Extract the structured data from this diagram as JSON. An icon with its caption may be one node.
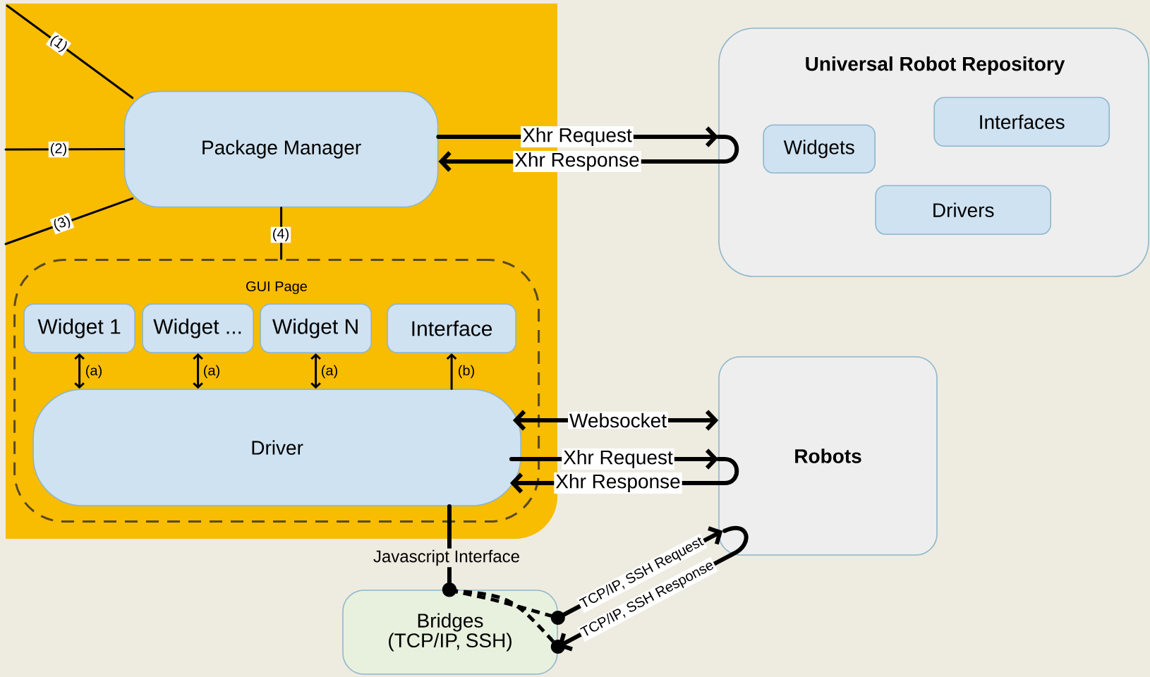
{
  "diagram": {
    "nodes": [
      {
        "text": [],
        "shape": "box"
      },
      {
        "text": [
          "Package Manager"
        ],
        "in": 0
      },
      {
        "text": [
          "GUI Page"
        ],
        "in": 0
      },
      {
        "text": [
          "Widget 1"
        ],
        "in": 2
      },
      {
        "text": [
          "Widget ..."
        ],
        "in": 2
      },
      {
        "text": [
          "Widget N"
        ],
        "in": 2
      },
      {
        "text": [
          "Interface"
        ],
        "in": 2
      },
      {
        "text": [
          "Driver"
        ],
        "in": 2
      },
      {
        "text": [
          "Universal Robot Repository"
        ]
      },
      {
        "text": [
          "Widgets"
        ],
        "in": 8
      },
      {
        "text": [
          "Interfaces"
        ],
        "in": 8
      },
      {
        "text": [
          "Drivers"
        ],
        "in": 8
      },
      {
        "text": [
          "Robots"
        ]
      },
      {
        "text": [
          "Bridges (TCP/IP, SSH)"
        ]
      }
    ],
    "edges": [
      {
        "from": null,
        "to": 1,
        "arrow": "none",
        "label": "(1)"
      },
      {
        "from": null,
        "to": 1,
        "arrow": "none",
        "label": "(2)"
      },
      {
        "from": null,
        "to": 1,
        "arrow": "none",
        "label": "(3)"
      },
      {
        "from": 1,
        "to": 2,
        "arrow": "none",
        "label": "(4)"
      },
      {
        "from": 3,
        "to": 7,
        "arrow": "both",
        "label": "(a)"
      },
      {
        "from": 4,
        "to": 7,
        "arrow": "both",
        "label": "(a)"
      },
      {
        "from": 5,
        "to": 7,
        "arrow": "both",
        "label": "(a)"
      },
      {
        "from": 7,
        "to": 6,
        "arrow": "to",
        "label": "(b)"
      },
      {
        "from": 1,
        "to": 8,
        "arrow": "to",
        "label": "Xhr Request",
        "style": "thick"
      },
      {
        "from": 8,
        "to": 1,
        "arrow": "to",
        "label": "Xhr Response",
        "style": "thick"
      },
      {
        "from": 7,
        "to": 12,
        "arrow": "both",
        "label": "Websocket",
        "style": "thick"
      },
      {
        "from": 7,
        "to": 12,
        "arrow": "to",
        "label": "Xhr Request",
        "style": "thick"
      },
      {
        "from": 12,
        "to": 7,
        "arrow": "to",
        "label": "Xhr Response",
        "style": "thick"
      },
      {
        "from": 7,
        "to": 13,
        "arrow": "other",
        "label": "Javascript Interface",
        "style": "thick"
      },
      {
        "from": 13,
        "to": 12,
        "arrow": "to",
        "label": "TCP/IP, SSH Request",
        "style": "thick"
      },
      {
        "from": 12,
        "to": 13,
        "arrow": "to",
        "label": "TCP/IP, SSH Response",
        "style": "thick"
      }
    ]
  }
}
